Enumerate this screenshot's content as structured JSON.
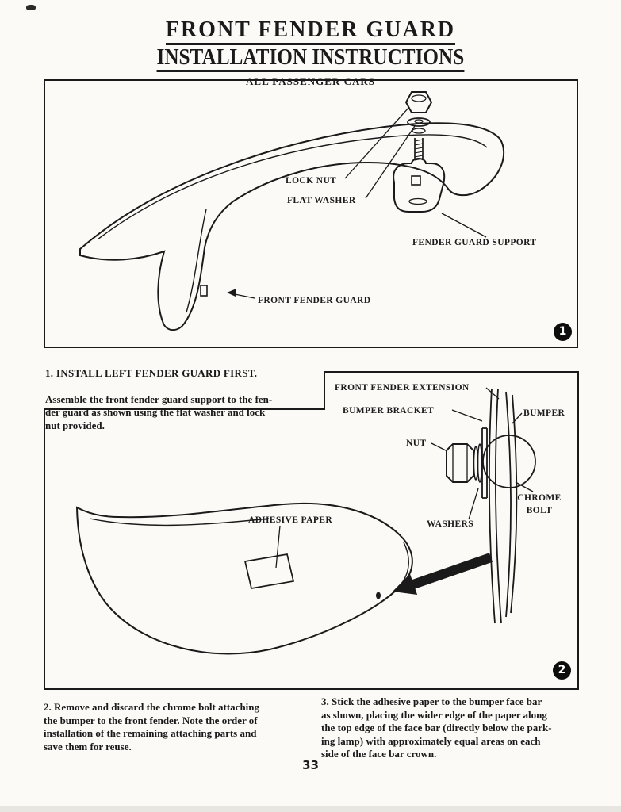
{
  "colors": {
    "ink": "#1a1a1a",
    "paper": "#fbfaf7"
  },
  "page": {
    "title_line1": "FRONT FENDER GUARD",
    "title_line2": "INSTALLATION INSTRUCTIONS",
    "subtitle": "ALL PASSENGER CARS",
    "page_number": "33"
  },
  "figure1": {
    "badge": "1",
    "labels": {
      "lock_nut": "LOCK NUT",
      "flat_washer": "FLAT WASHER",
      "fender_guard_support": "FENDER GUARD SUPPORT",
      "front_fender_guard": "FRONT FENDER GUARD"
    }
  },
  "figure2": {
    "badge": "2",
    "labels": {
      "front_fender_extension": "FRONT FENDER EXTENSION",
      "bumper_bracket": "BUMPER BRACKET",
      "bumper": "BUMPER",
      "nut": "NUT",
      "chrome": "CHROME",
      "bolt": "BOLT",
      "washers": "WASHERS",
      "adhesive_paper": "ADHESIVE PAPER"
    }
  },
  "steps": {
    "step1_heading": "1.   INSTALL LEFT FENDER GUARD FIRST.",
    "step1_body": "Assemble the front fender guard support to the fen-\nder guard as shown using the flat washer  and  lock\nnut provided.",
    "step2": "2.   Remove and discard the chrome bolt attaching\nthe bumper to the front fender.  Note the order of\ninstallation of  the  remaining attaching parts and\nsave them for reuse.",
    "step3": "3.   Stick the adhesive paper  to the bumper face bar\nas shown,  placing the wider edge of the paper along\nthe top edge of the face bar (directly below the park-\ning lamp) with approximately equal areas on each\nside of the face bar crown."
  }
}
